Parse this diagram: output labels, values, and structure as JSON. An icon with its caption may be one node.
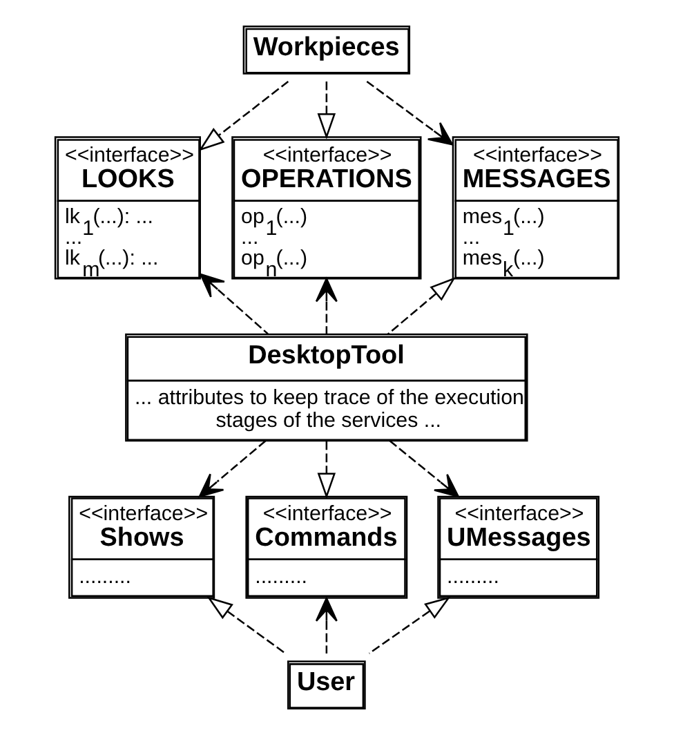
{
  "diagram": {
    "nodes": [
      {
        "text": [
          "Workpieces"
        ]
      },
      {
        "text": [
          "<<interface>>",
          "LOOKS",
          "lk$_{1}$(...): ...",
          "...",
          "lk$_{m}$(...): ..."
        ]
      },
      {
        "text": [
          "<<interface>>",
          "OPERATIONS",
          "op$_{1}$(...)",
          "...",
          "op$_{n}$(...)"
        ]
      },
      {
        "text": [
          "<<interface>>",
          "MESSAGES",
          "mes$_{1}$(...)",
          "...",
          "mes$_{k}$(...)"
        ]
      },
      {
        "text": [
          "DesktopTool",
          "... attributes to keep trace of the execution stages of the services ..."
        ]
      },
      {
        "text": [
          "<<interface>>",
          "Shows",
          "........."
        ]
      },
      {
        "text": [
          "<<interface>>",
          "Commands",
          "........."
        ]
      },
      {
        "text": [
          "<<interface>>",
          "UMessages",
          "........."
        ]
      },
      {
        "text": [
          "User"
        ]
      }
    ],
    "edges": [
      {
        "from": 0,
        "to": 1,
        "arrow": "to",
        "style": "dashed"
      },
      {
        "from": 0,
        "to": 2,
        "arrow": "to",
        "style": "dashed"
      },
      {
        "from": 0,
        "to": 3,
        "arrow": "to",
        "style": "dashed"
      },
      {
        "from": 4,
        "to": 1,
        "arrow": "to",
        "style": "dashed"
      },
      {
        "from": 4,
        "to": 2,
        "arrow": "to",
        "style": "dashed"
      },
      {
        "from": 4,
        "to": 3,
        "arrow": "to",
        "style": "dashed"
      },
      {
        "from": 4,
        "to": 5,
        "arrow": "to",
        "style": "dashed"
      },
      {
        "from": 4,
        "to": 6,
        "arrow": "to",
        "style": "dashed"
      },
      {
        "from": 4,
        "to": 7,
        "arrow": "to",
        "style": "dashed"
      },
      {
        "from": 8,
        "to": 5,
        "arrow": "to",
        "style": "dashed"
      },
      {
        "from": 8,
        "to": 6,
        "arrow": "to",
        "style": "dashed"
      },
      {
        "from": 8,
        "to": 7,
        "arrow": "to",
        "style": "dashed"
      }
    ]
  }
}
